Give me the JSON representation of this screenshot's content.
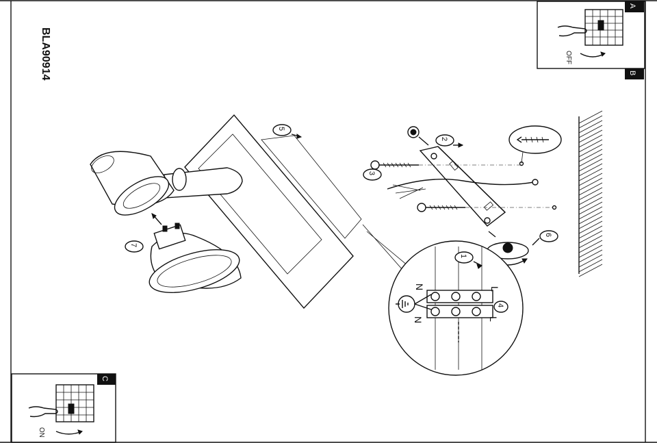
{
  "document": {
    "code": "BLA90914"
  },
  "panels": {
    "a": {
      "tag": "A",
      "label": "OFF"
    },
    "b": {
      "tag": "B"
    },
    "c": {
      "tag": "C",
      "label": "ON"
    }
  },
  "steps": {
    "s1": "1",
    "s2": "2",
    "s3": "3",
    "s4": "4",
    "s5": "5",
    "s6": "6",
    "s7": "7"
  },
  "terminal": {
    "left_top": "N",
    "left_bottom": "N",
    "right_top": "L",
    "right_bottom": "L",
    "ground": "⏚"
  },
  "colors": {
    "line": "#111111",
    "background": "#ffffff"
  }
}
